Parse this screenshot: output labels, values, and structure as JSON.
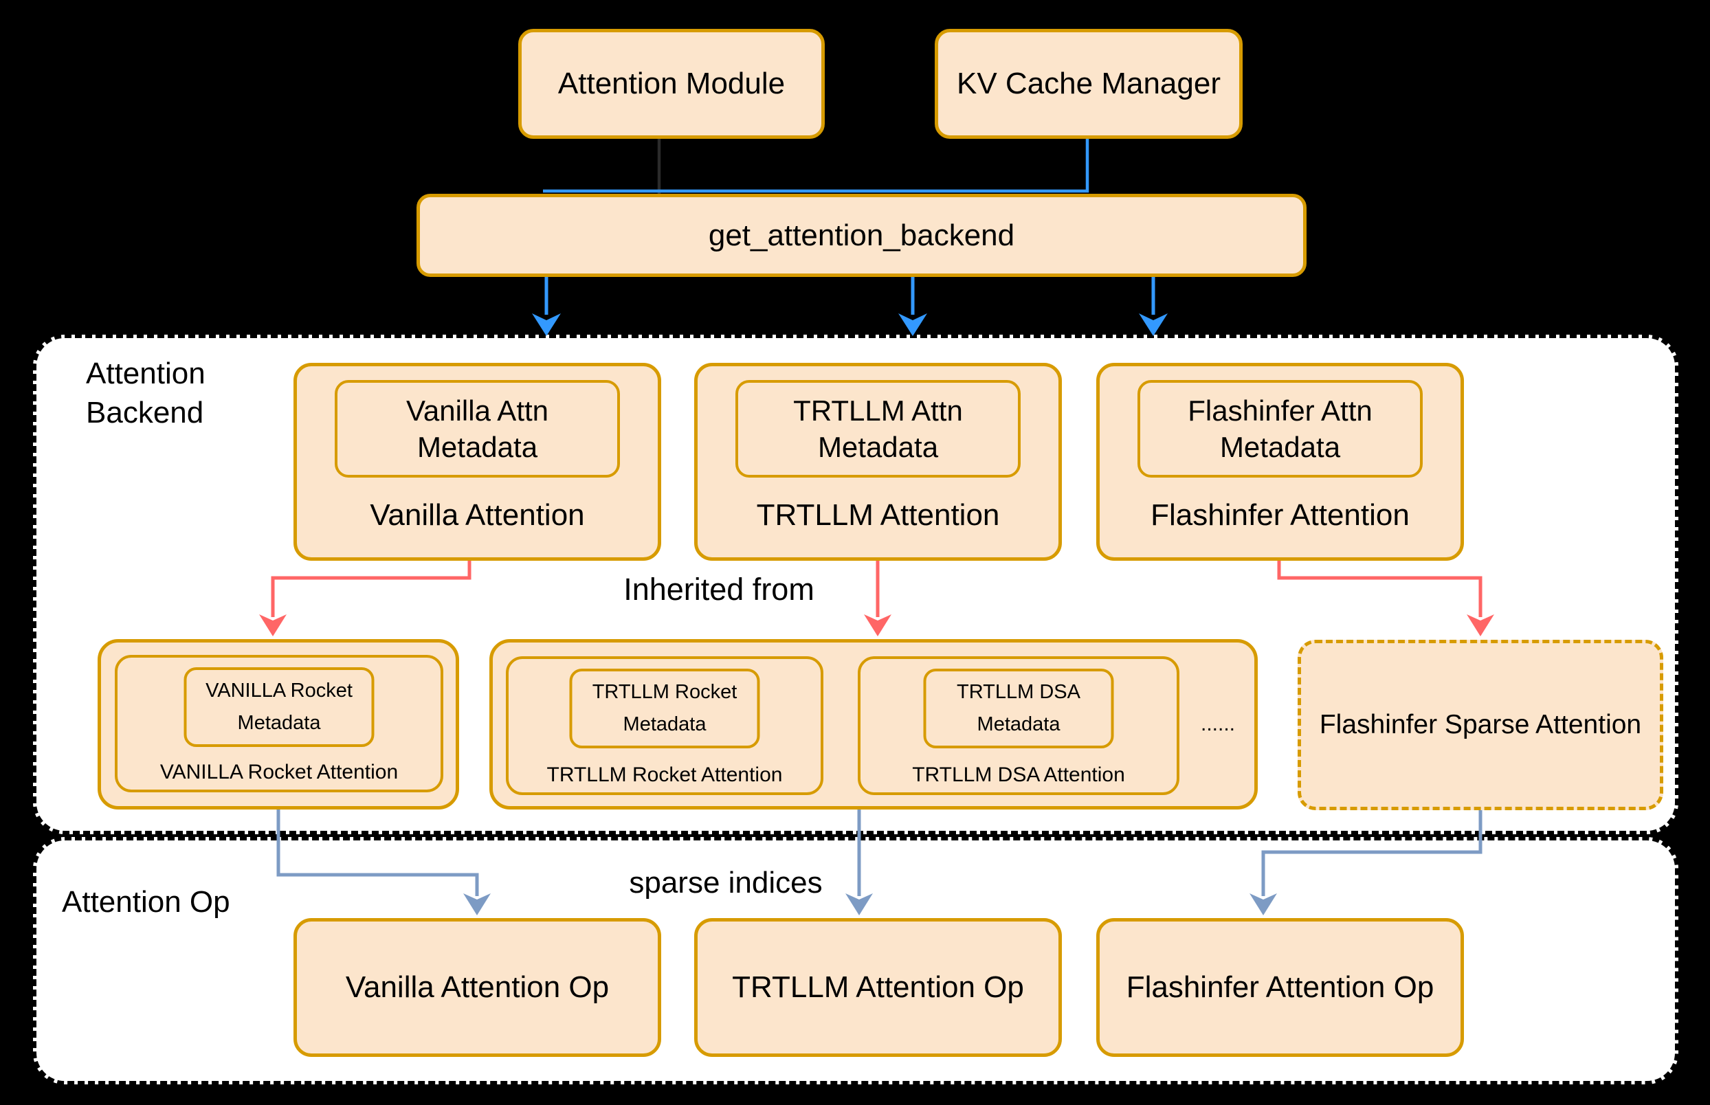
{
  "colors": {
    "background": "#000000",
    "node_fill": "#FCE5CC",
    "node_border": "#D79B00",
    "container_fill": "#FFFFFF",
    "container_border": "#000000",
    "arrow_blue": "#3399FF",
    "arrow_red": "#FF6666",
    "arrow_slate": "#7D9BC4",
    "arrow_black": "#2B2B2B",
    "text": "#000000"
  },
  "top": {
    "attention_module": "Attention Module",
    "kv_cache_manager": "KV Cache Manager",
    "get_attention_backend": "get_attention_backend"
  },
  "backend_section": {
    "label_line1": "Attention",
    "label_line2": "Backend",
    "inherited_from_label": "Inherited from",
    "backends": [
      {
        "metadata_line1": "Vanilla Attn",
        "metadata_line2": "Metadata",
        "name": "Vanilla Attention"
      },
      {
        "metadata_line1": "TRTLLM Attn",
        "metadata_line2": "Metadata",
        "name": "TRTLLM Attention"
      },
      {
        "metadata_line1": "Flashinfer Attn",
        "metadata_line2": "Metadata",
        "name": "Flashinfer Attention"
      }
    ]
  },
  "middle": {
    "vanilla_rocket": {
      "metadata_line1": "VANILLA Rocket",
      "metadata_line2": "Metadata",
      "name": "VANILLA Rocket Attention"
    },
    "trtllm_group": {
      "boxes": [
        {
          "metadata_line1": "TRTLLM Rocket",
          "metadata_line2": "Metadata",
          "name": "TRTLLM Rocket Attention"
        },
        {
          "metadata_line1": "TRTLLM DSA",
          "metadata_line2": "Metadata",
          "name": "TRTLLM DSA Attention"
        }
      ],
      "ellipsis": "......"
    },
    "flashinfer_sparse": "Flashinfer Sparse Attention"
  },
  "op_section": {
    "label": "Attention Op",
    "sparse_indices_label": "sparse indices",
    "ops": [
      "Vanilla Attention Op",
      "TRTLLM Attention Op",
      "Flashinfer Attention Op"
    ]
  }
}
